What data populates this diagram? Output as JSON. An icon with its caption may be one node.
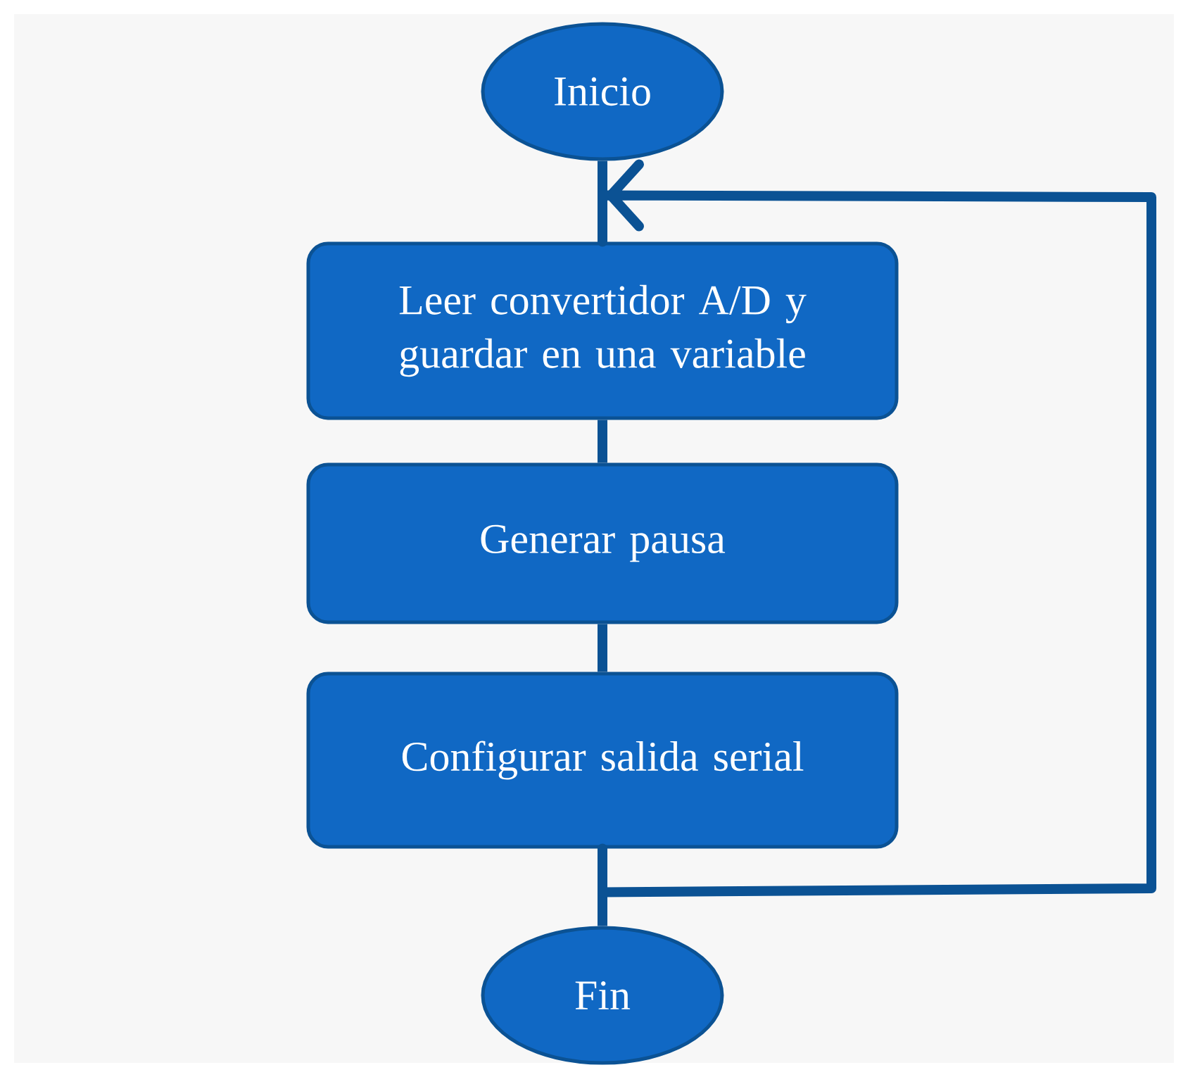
{
  "diagram": {
    "nodes": [
      {
        "text": [
          "Inicio"
        ]
      },
      {
        "text": [
          "Leer convertidor A/D y guardar en una variable"
        ]
      },
      {
        "text": [
          "Generar pausa"
        ]
      },
      {
        "text": [
          "Configurar salida serial"
        ]
      },
      {
        "text": [
          "Fin"
        ]
      }
    ],
    "edges": [
      {
        "from": 0,
        "to": 1,
        "arrow": "none"
      },
      {
        "from": 1,
        "to": 2,
        "arrow": "none"
      },
      {
        "from": 2,
        "to": 3,
        "arrow": "none"
      },
      {
        "from": 3,
        "to": 4,
        "arrow": "none"
      },
      {
        "from": 3,
        "to": 1,
        "arrow": "to"
      }
    ]
  }
}
